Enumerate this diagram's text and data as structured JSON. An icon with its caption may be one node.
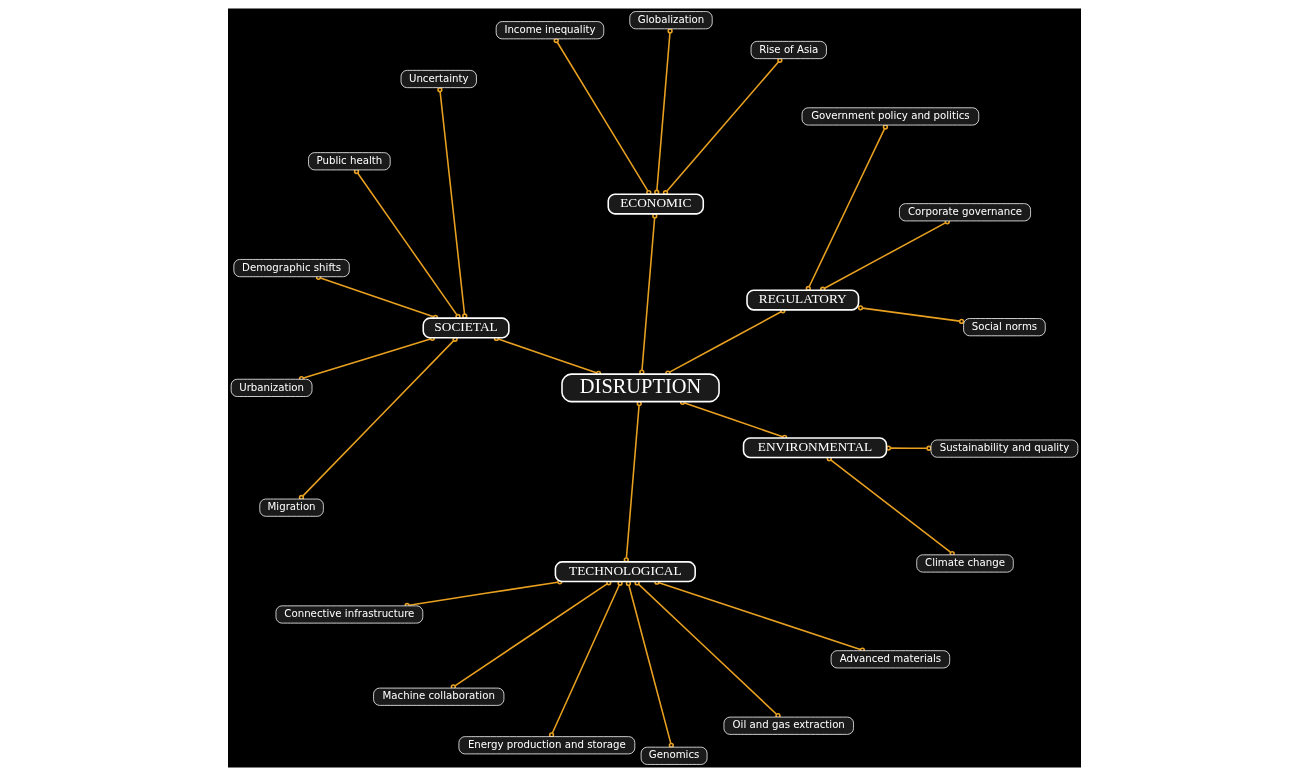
{
  "diagram": {
    "nodes": [
      {
        "text": [
          "DISRUPTION"
        ]
      },
      {
        "text": [
          "REGULATORY"
        ]
      },
      {
        "text": [
          "ECONOMIC"
        ]
      },
      {
        "text": [
          "SOCIETAL"
        ]
      },
      {
        "text": [
          "TECHNOLOGICAL"
        ]
      },
      {
        "text": [
          "ENVIRONMENTAL"
        ]
      },
      {
        "text": [
          "Social norms"
        ]
      },
      {
        "text": [
          "Corporate governance"
        ]
      },
      {
        "text": [
          "Government policy and politics"
        ]
      },
      {
        "text": [
          "Rise of Asia"
        ]
      },
      {
        "text": [
          "Globalization"
        ]
      },
      {
        "text": [
          "Income inequality"
        ]
      },
      {
        "text": [
          "Uncertainty"
        ]
      },
      {
        "text": [
          "Public health"
        ]
      },
      {
        "text": [
          "Demographic shifts"
        ]
      },
      {
        "text": [
          "Urbanization"
        ]
      },
      {
        "text": [
          "Migration"
        ]
      },
      {
        "text": [
          "Connective infrastructure"
        ]
      },
      {
        "text": [
          "Machine collaboration"
        ]
      },
      {
        "text": [
          "Energy production and storage"
        ]
      },
      {
        "text": [
          "Genomics"
        ]
      },
      {
        "text": [
          "Oil and gas extraction"
        ]
      },
      {
        "text": [
          "Advanced materials"
        ]
      },
      {
        "text": [
          "Climate change"
        ]
      },
      {
        "text": [
          "Sustainability and quality"
        ]
      }
    ],
    "edges": [
      {
        "from": 0,
        "to": 1,
        "arrow": "other"
      },
      {
        "from": 0,
        "to": 2,
        "arrow": "other"
      },
      {
        "from": 0,
        "to": 3,
        "arrow": "other"
      },
      {
        "from": 0,
        "to": 4,
        "arrow": "other"
      },
      {
        "from": 0,
        "to": 5,
        "arrow": "other"
      },
      {
        "from": 1,
        "to": 6,
        "arrow": "other"
      },
      {
        "from": 1,
        "to": 7,
        "arrow": "other"
      },
      {
        "from": 1,
        "to": 8,
        "arrow": "other"
      },
      {
        "from": 2,
        "to": 9,
        "arrow": "other"
      },
      {
        "from": 2,
        "to": 10,
        "arrow": "other"
      },
      {
        "from": 2,
        "to": 11,
        "arrow": "other"
      },
      {
        "from": 3,
        "to": 12,
        "arrow": "other"
      },
      {
        "from": 3,
        "to": 13,
        "arrow": "other"
      },
      {
        "from": 3,
        "to": 14,
        "arrow": "other"
      },
      {
        "from": 3,
        "to": 15,
        "arrow": "other"
      },
      {
        "from": 3,
        "to": 16,
        "arrow": "other"
      },
      {
        "from": 4,
        "to": 17,
        "arrow": "other"
      },
      {
        "from": 4,
        "to": 18,
        "arrow": "other"
      },
      {
        "from": 4,
        "to": 19,
        "arrow": "other"
      },
      {
        "from": 4,
        "to": 20,
        "arrow": "other"
      },
      {
        "from": 4,
        "to": 21,
        "arrow": "other"
      },
      {
        "from": 4,
        "to": 22,
        "arrow": "other"
      },
      {
        "from": 5,
        "to": 23,
        "arrow": "other"
      },
      {
        "from": 5,
        "to": 24,
        "arrow": "other"
      }
    ]
  }
}
